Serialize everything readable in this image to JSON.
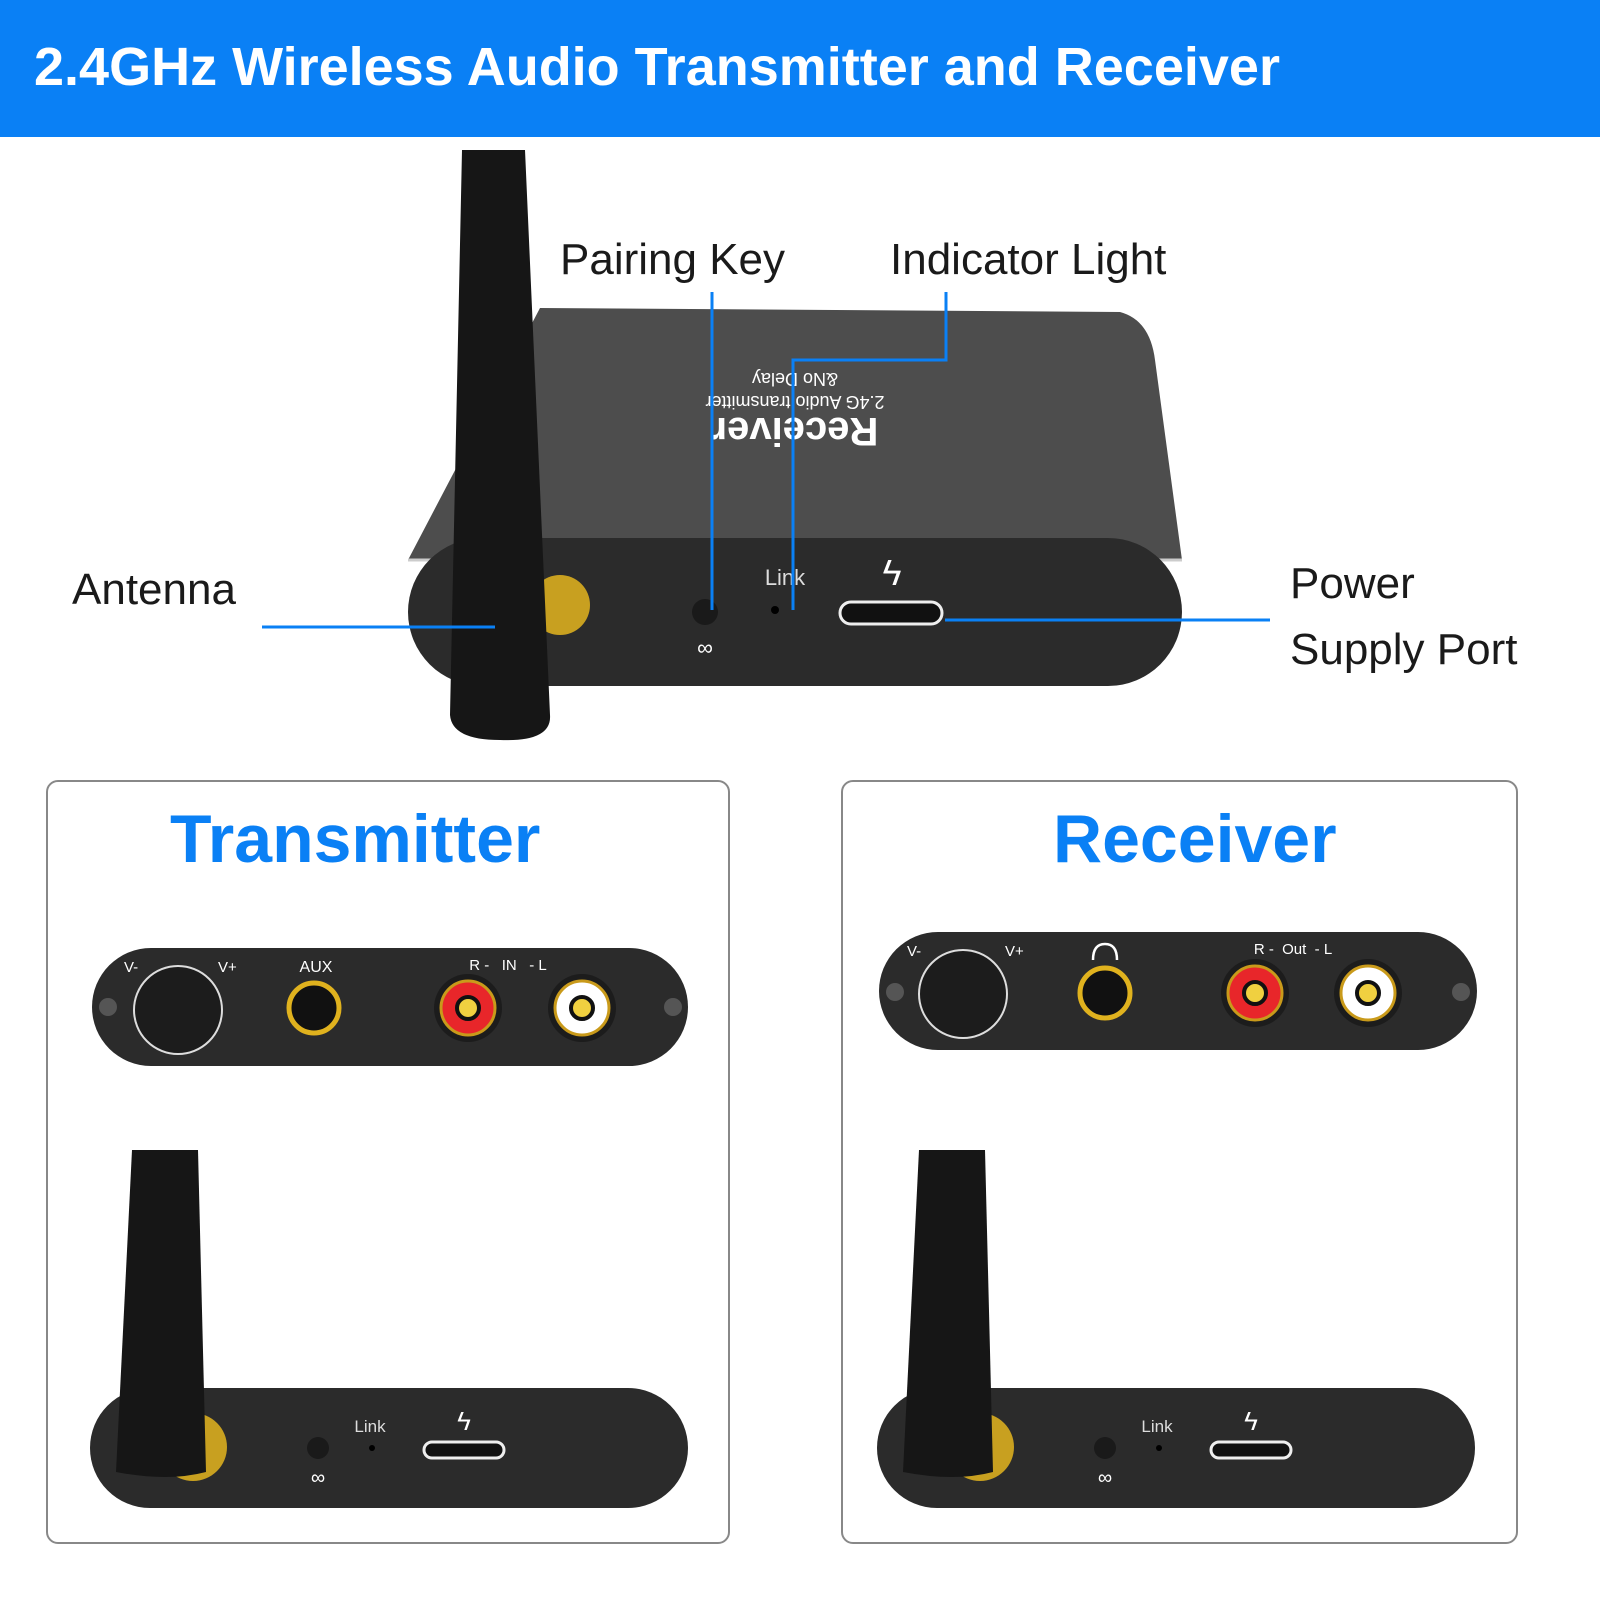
{
  "header": {
    "title": "2.4GHz Wireless Audio Transmitter and Receiver"
  },
  "callouts": {
    "pairing_key": "Pairing Key",
    "indicator_light": "Indicator Light",
    "antenna": "Antenna",
    "power_line1": "Power",
    "power_line2": "Supply Port"
  },
  "device": {
    "brand": "Receiver",
    "line1": "2.4G Audio transmitter",
    "line2": "&No Delay",
    "link": "Link"
  },
  "transmitter": {
    "title": "Transmitter",
    "vol_minus": "V-",
    "vol_plus": "V+",
    "aux": "AUX",
    "rca": "R -   IN   - L",
    "link": "Link"
  },
  "receiver": {
    "title": "Receiver",
    "vol_minus": "V-",
    "vol_plus": "V+",
    "rca": "R -  Out  - L",
    "link": "Link"
  },
  "colors": {
    "accent": "#0a80f5",
    "body": "#2b2b2b",
    "top": "#4d4d4d",
    "gold": "#e0b21e",
    "red": "#e8262a"
  }
}
